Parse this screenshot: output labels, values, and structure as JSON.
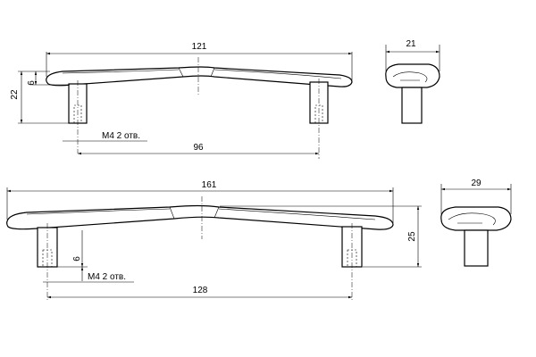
{
  "small_handle": {
    "overall_length": "121",
    "thickness": "6",
    "height": "22",
    "hole_spacing": "96",
    "thread_note": "M4 2 отв.",
    "side_width": "21"
  },
  "large_handle": {
    "overall_length": "161",
    "height": "25",
    "thickness": "6",
    "hole_spacing": "128",
    "thread_note": "M4 2 отв.",
    "side_width": "29"
  }
}
